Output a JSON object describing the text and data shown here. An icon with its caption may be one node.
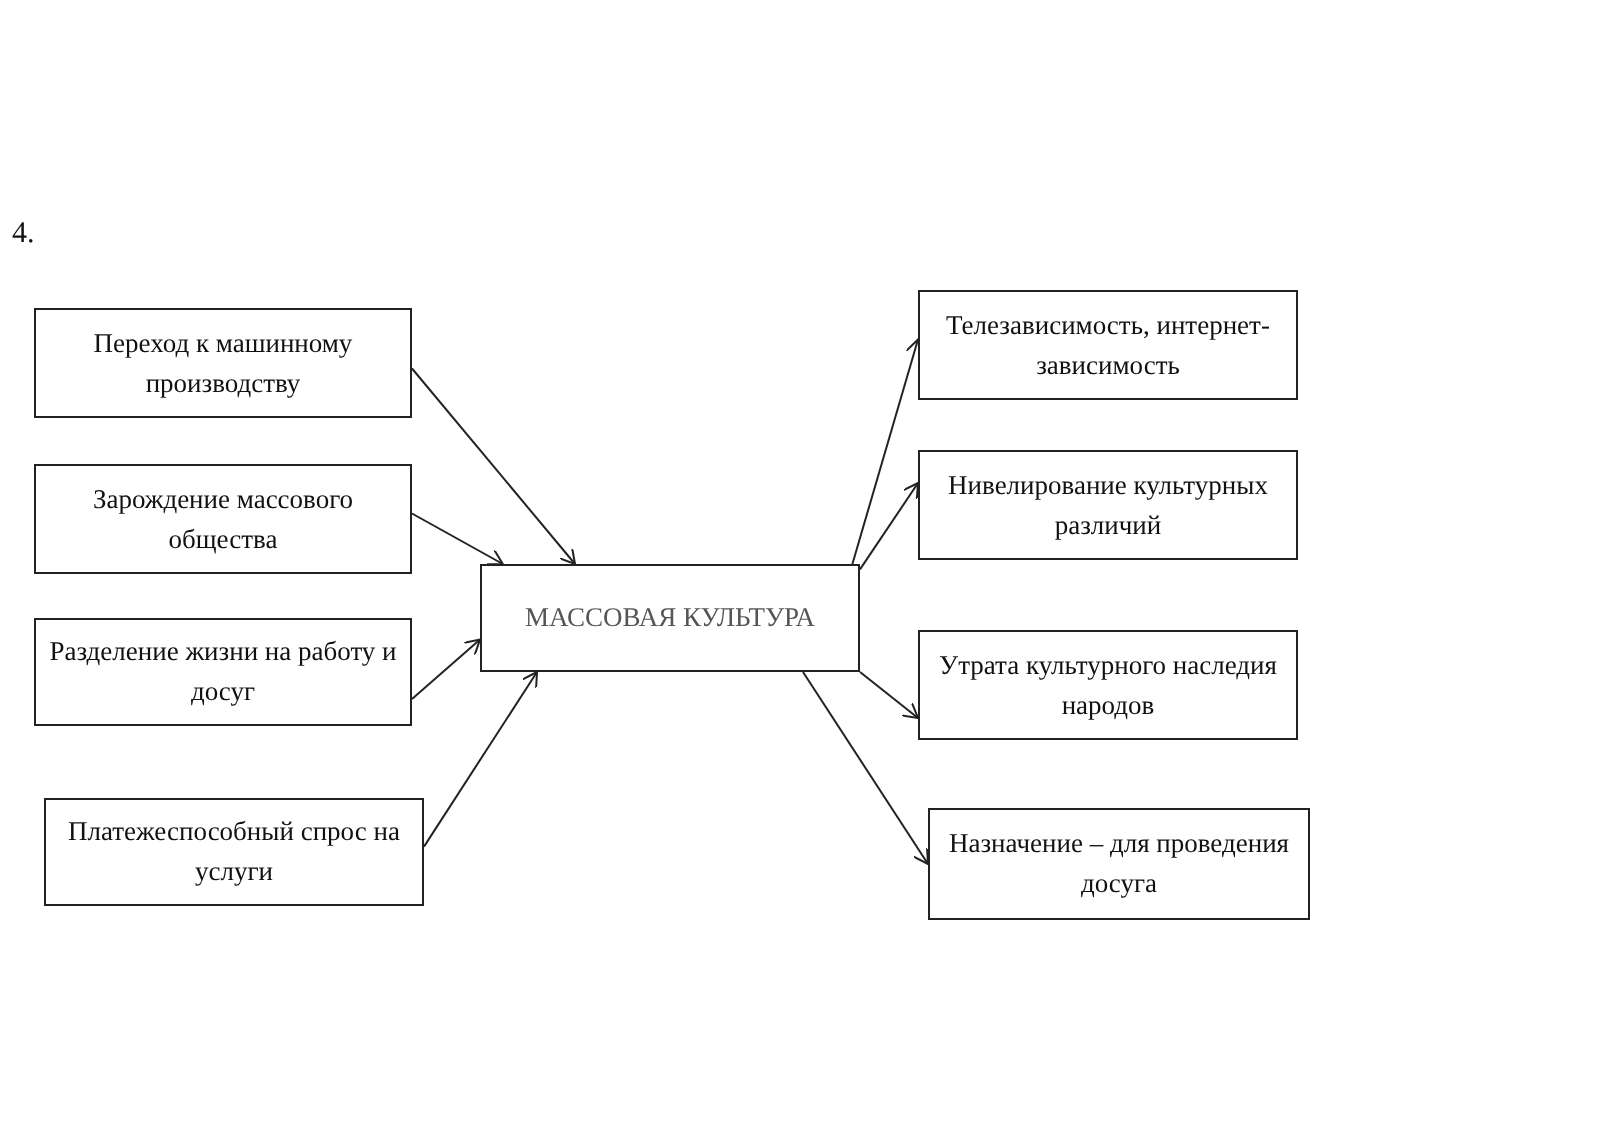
{
  "diagram": {
    "nodes": [
      {
        "text": [
          "Переход к машинному производству"
        ]
      },
      {
        "text": [
          "Зарождение массового общества"
        ]
      },
      {
        "text": [
          "Разделение жизни на работу и досуг"
        ]
      },
      {
        "text": [
          "Платежеспособный спрос на услуги"
        ]
      },
      {
        "text": [
          "МАССОВАЯ КУЛЬТУРА"
        ]
      },
      {
        "text": [
          "Телезависимость, интернет-зависимость"
        ]
      },
      {
        "text": [
          "Нивелирование культурных различий"
        ]
      },
      {
        "text": [
          "Утрата культурного наследия народов"
        ]
      },
      {
        "text": [
          "Назначение – для проведения досуга"
        ]
      }
    ],
    "edges": [
      {
        "from": 0,
        "to": 4,
        "arrow": "to"
      },
      {
        "from": 1,
        "to": 4,
        "arrow": "to"
      },
      {
        "from": 2,
        "to": 4,
        "arrow": "to"
      },
      {
        "from": 3,
        "to": 4,
        "arrow": "to"
      },
      {
        "from": 4,
        "to": 5,
        "arrow": "to"
      },
      {
        "from": 4,
        "to": 6,
        "arrow": "to"
      },
      {
        "from": 4,
        "to": 7,
        "arrow": "to"
      },
      {
        "from": 4,
        "to": 8,
        "arrow": "to"
      }
    ],
    "labels": [
      "4."
    ]
  }
}
